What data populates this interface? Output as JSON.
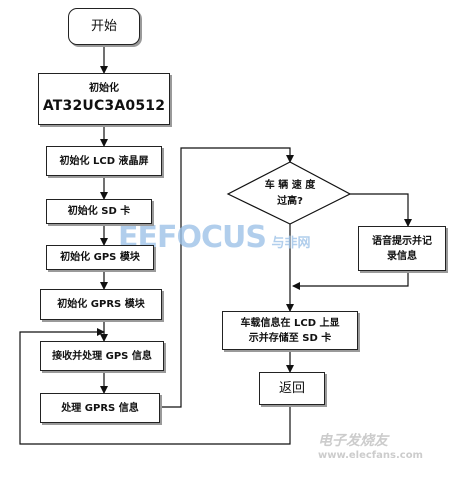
{
  "flowchart": {
    "start": "开始",
    "init_chip": {
      "label": "初始化",
      "chip": "AT32UC3A0512"
    },
    "init_lcd": "初始化 LCD 液晶屏",
    "init_sd": "初始化 SD 卡",
    "init_gps": "初始化 GPS 模块",
    "init_gprs": "初始化 GPRS 模块",
    "recv_gps": "接收并处理 GPS 信息",
    "proc_gprs": "处理 GPRS 信息",
    "decision": {
      "line1": "车 辆 速 度",
      "line2": "过高?"
    },
    "voice": {
      "line1": "语音提示并记",
      "line2": "录信息"
    },
    "store": {
      "line1": "车载信息在 LCD 上显",
      "line2": "示并存储至 SD 卡"
    },
    "return": "返回"
  },
  "watermarks": {
    "eefocus": "EEFOCUS",
    "eefocus_cn": "与非网",
    "elecfans": "电子发烧友",
    "elecfans_url": "www.elecfans.com"
  }
}
